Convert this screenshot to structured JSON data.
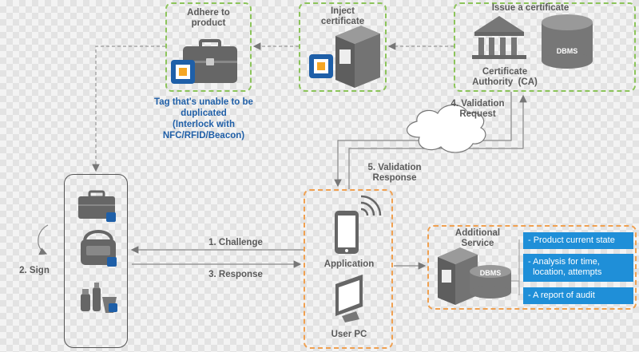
{
  "colors": {
    "green_dash": "#8cc45a",
    "orange_dash": "#f0a050",
    "blue_text": "#1f5fa8",
    "list_blue": "#1f8fd8",
    "icon_gray": "#666666",
    "chip_blue": "#1e5fa8"
  },
  "product_box": {
    "title": "Adhere to\nproduct",
    "tag_caption": "Tag that's unable to be\nduplicated\n(Interlock with\nNFC/RFID/Beacon)"
  },
  "inject_box": {
    "title": "Inject\ncertificate"
  },
  "ca_box": {
    "issue_label": "Issue a certificate",
    "db_label": "DBMS",
    "ca_label": "Certificate\nAuthority  (CA)"
  },
  "flows": {
    "validation_request": "4. Validation\nRequest",
    "validation_response": "5. Validation\nResponse",
    "challenge": "1. Challenge",
    "response": "3. Response",
    "sign": "2. Sign"
  },
  "device_box": {
    "application": "Application",
    "user_pc": "User PC"
  },
  "additional_service": {
    "title": "Additional\nService",
    "db_label": "DBMS",
    "items": [
      "- Product current state",
      "- Analysis for time,\n  location, attempts",
      "- A report of audit"
    ]
  },
  "icons": [
    "briefcase-icon",
    "chip-icon",
    "server-icon",
    "bank-icon",
    "database-icon",
    "cloud-icon",
    "handbag-icon",
    "cosmetics-icon",
    "phone-icon",
    "wifi-icon",
    "monitor-icon"
  ]
}
